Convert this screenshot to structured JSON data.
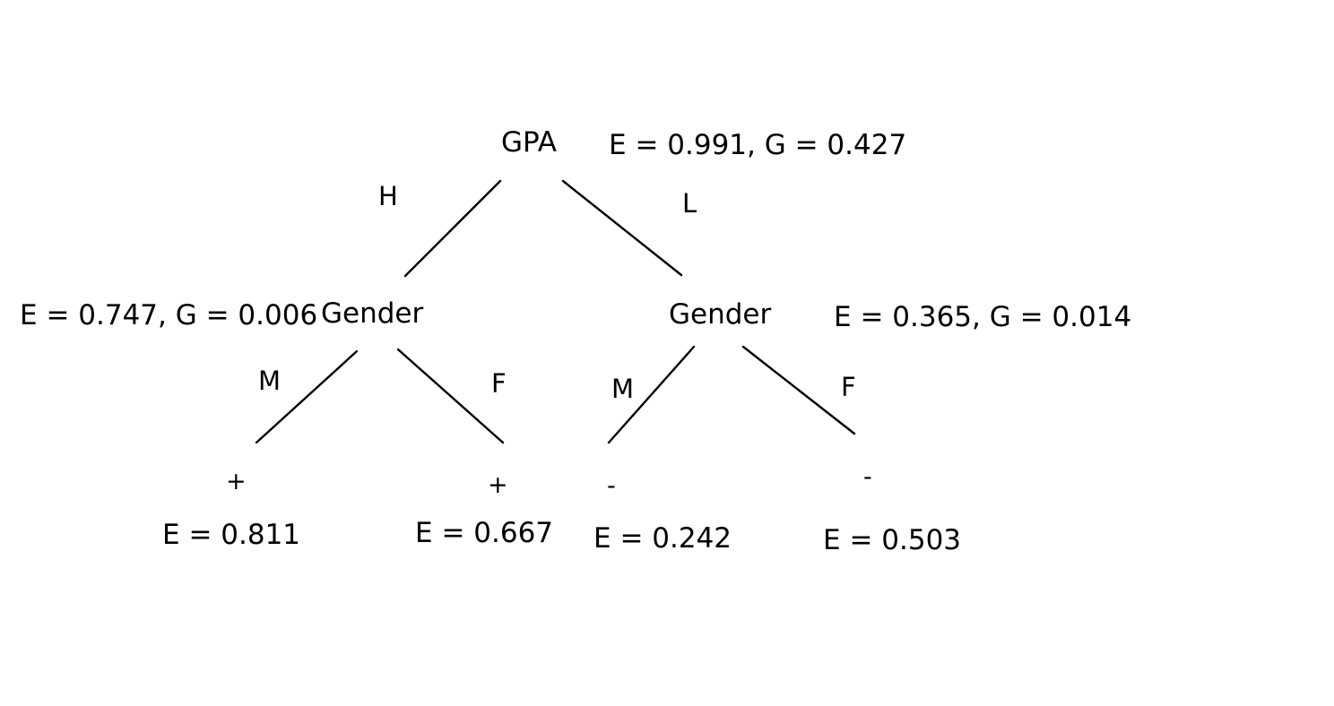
{
  "tree": {
    "root": {
      "attribute": "GPA",
      "stats": "E = 0.991, G = 0.427"
    },
    "left_node": {
      "branch": "H",
      "attribute": "Gender",
      "stats": "E = 0.747, G = 0.006"
    },
    "right_node": {
      "branch": "L",
      "attribute": "Gender",
      "stats": "E = 0.365, G = 0.014"
    },
    "leaves": [
      {
        "branch": "M",
        "class": "+",
        "stats": "E = 0.811"
      },
      {
        "branch": "F",
        "class": "+",
        "stats": "E = 0.667"
      },
      {
        "branch": "M",
        "class": "-",
        "stats": "E = 0.242"
      },
      {
        "branch": "F",
        "class": "-",
        "stats": "E = 0.503"
      }
    ]
  }
}
